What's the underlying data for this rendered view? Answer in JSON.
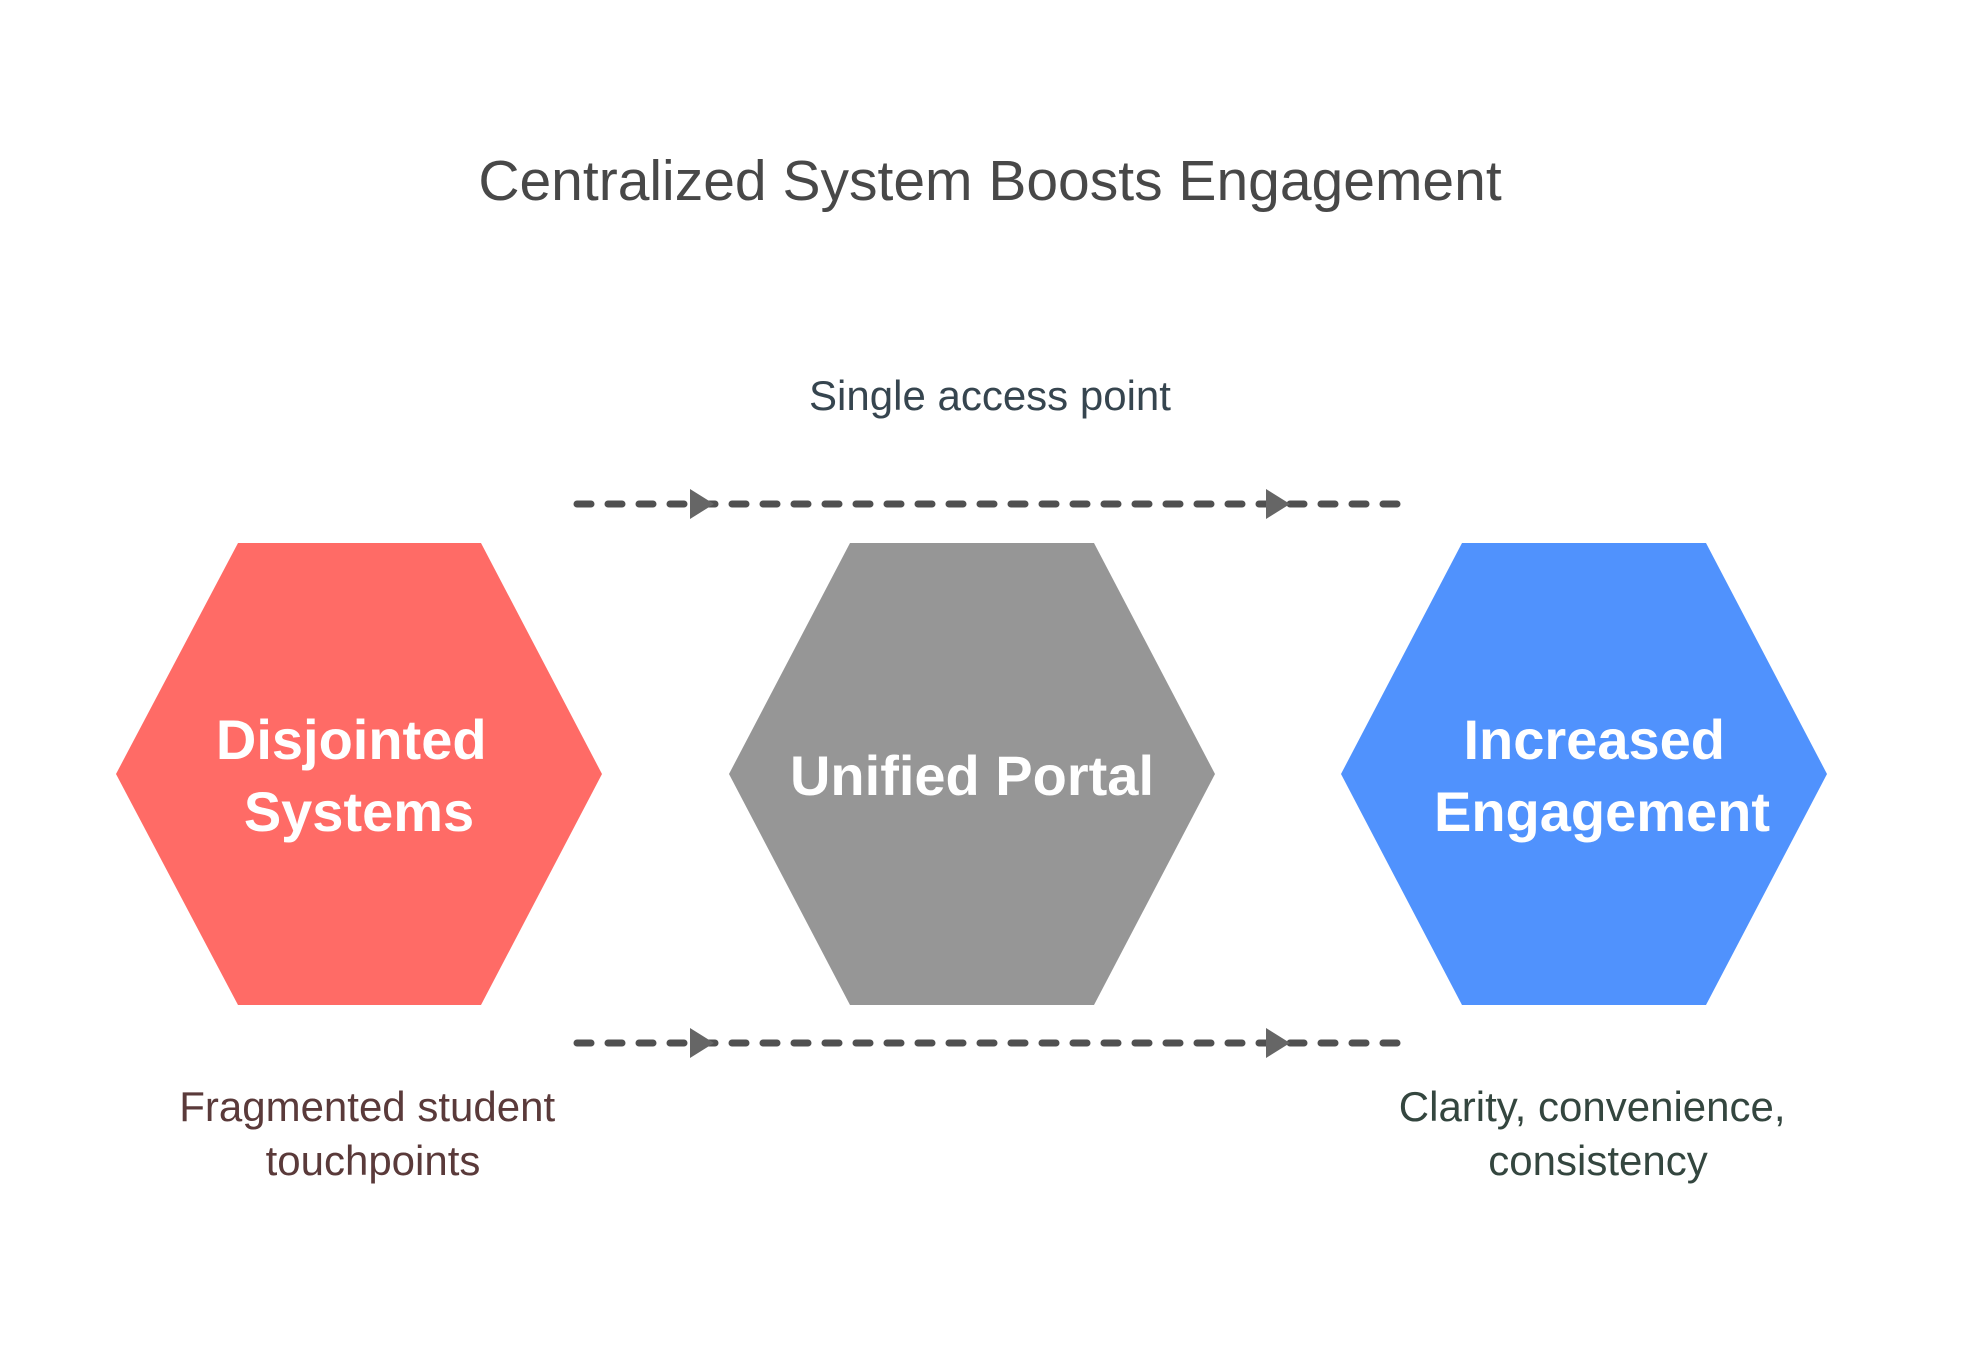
{
  "title": "Centralized System Boosts Engagement",
  "nodes": [
    {
      "id": "disjointed",
      "lines": [
        "Disjointed",
        "Systems"
      ],
      "color": "#FF6B66"
    },
    {
      "id": "unified",
      "lines": [
        "Unified Portal"
      ],
      "color": "#969696"
    },
    {
      "id": "increased",
      "lines": [
        "Increased",
        "Engagement"
      ],
      "color": "#5092FD"
    }
  ],
  "annotations": {
    "top": {
      "lines": [
        "Single access point"
      ],
      "color": "#36454F"
    },
    "bottom_left": {
      "lines": [
        "Fragmented student",
        "touchpoints"
      ],
      "color": "#5A3A3A"
    },
    "bottom_right": {
      "lines": [
        "Clarity, convenience,",
        "consistency"
      ],
      "color": "#34463F"
    }
  },
  "connectors": [
    {
      "name": "top-flow",
      "from": "disjointed",
      "to": "increased",
      "via": "unified",
      "style": "dashed"
    },
    {
      "name": "bottom-flow",
      "from": "disjointed",
      "to": "increased",
      "via": "unified",
      "style": "dashed"
    }
  ]
}
